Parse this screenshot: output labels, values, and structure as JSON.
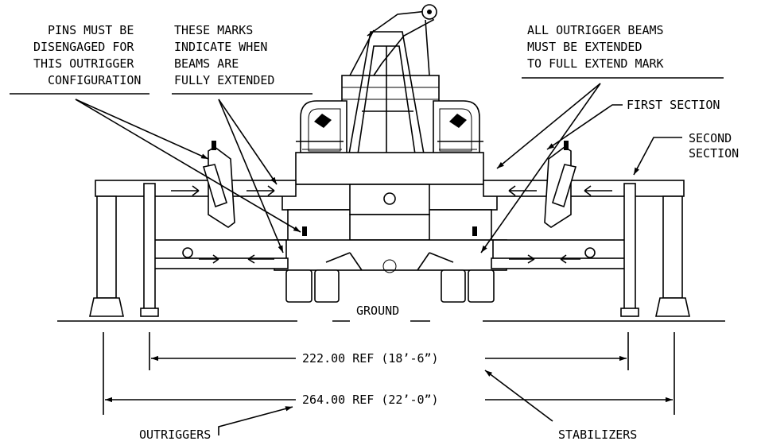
{
  "notes": {
    "pins": [
      "PINS MUST BE",
      "DISENGAGED FOR",
      "THIS OUTRIGGER",
      "CONFIGURATION"
    ],
    "marks": [
      "THESE MARKS",
      "INDICATE WHEN",
      "BEAMS ARE",
      "FULLY EXTENDED"
    ],
    "beams": [
      "ALL OUTRIGGER BEAMS",
      "MUST BE EXTENDED",
      "TO FULL EXTEND MARK"
    ]
  },
  "labels": {
    "first_section": "FIRST SECTION",
    "second_section": [
      "SECOND",
      "SECTION"
    ],
    "ground": "GROUND",
    "outriggers": "OUTRIGGERS",
    "stabilizers": "STABILIZERS"
  },
  "dimensions": {
    "stabilizers": "222.00 REF (18’-6”)",
    "outriggers": "264.00 REF (22’-0”)"
  }
}
